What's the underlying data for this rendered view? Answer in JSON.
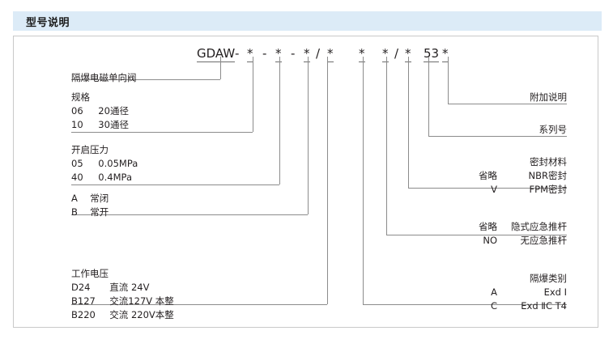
{
  "header": {
    "title": "型号说明"
  },
  "model_code": {
    "tokens": [
      {
        "text": "GDAW",
        "underlined": true
      },
      {
        "text": "-",
        "underlined": false
      },
      {
        "text": "*",
        "underlined": true
      },
      {
        "text": "-",
        "underlined": false
      },
      {
        "text": "*",
        "underlined": true
      },
      {
        "text": "-",
        "underlined": false
      },
      {
        "text": "*",
        "underlined": true
      },
      {
        "text": "/",
        "underlined": false
      },
      {
        "text": "*",
        "underlined": true
      },
      {
        "text": "*",
        "underlined": true
      },
      {
        "text": "*",
        "underlined": true
      },
      {
        "text": "/",
        "underlined": false
      },
      {
        "text": "*",
        "underlined": true
      },
      {
        "text": "53",
        "underlined": true
      },
      {
        "text": "*",
        "underlined": true
      }
    ]
  },
  "left_sections": [
    {
      "name": "product-name",
      "title": "隔爆电磁单向阀",
      "options": []
    },
    {
      "name": "specification",
      "title": "规格",
      "options": [
        {
          "code": "06",
          "desc": "20通径"
        },
        {
          "code": "10",
          "desc": "30通径"
        }
      ]
    },
    {
      "name": "opening-pressure",
      "title": "开启压力",
      "options": [
        {
          "code": "05",
          "desc": "0.05MPa"
        },
        {
          "code": "40",
          "desc": "0.4MPa"
        }
      ]
    },
    {
      "name": "valve-state",
      "title": "",
      "options": [
        {
          "code": "A",
          "desc": "常闭"
        },
        {
          "code": "B",
          "desc": "常开"
        }
      ]
    },
    {
      "name": "working-voltage",
      "title": "工作电压",
      "options": [
        {
          "code": "D24",
          "desc": "直流 24V"
        },
        {
          "code": "B127",
          "desc": "交流127V 本整"
        },
        {
          "code": "B220",
          "desc": "交流 220V本整"
        }
      ]
    }
  ],
  "right_sections": [
    {
      "name": "additional-description",
      "title": "附加说明",
      "options": []
    },
    {
      "name": "series-number",
      "title": "系列号",
      "options": []
    },
    {
      "name": "seal-material",
      "title": "密封材料",
      "options": [
        {
          "code": "省略",
          "desc": "NBR密封"
        },
        {
          "code": "V",
          "desc": "FPM密封"
        }
      ]
    },
    {
      "name": "emergency-push-rod",
      "title": "",
      "options": [
        {
          "code": "省略",
          "desc": "隐式应急推杆"
        },
        {
          "code": "NO",
          "desc": "无应急推杆"
        }
      ]
    },
    {
      "name": "explosion-proof-category",
      "title": "隔爆类别",
      "options": [
        {
          "code": "A",
          "desc": "Exd Ⅰ"
        },
        {
          "code": "C",
          "desc": "Exd ⅡC T4"
        }
      ]
    }
  ],
  "colors": {
    "header_band": "#dcebf7",
    "frame_border": "#c9c9c9",
    "leader_line": "#8c8c8c",
    "text": "#231f20"
  }
}
